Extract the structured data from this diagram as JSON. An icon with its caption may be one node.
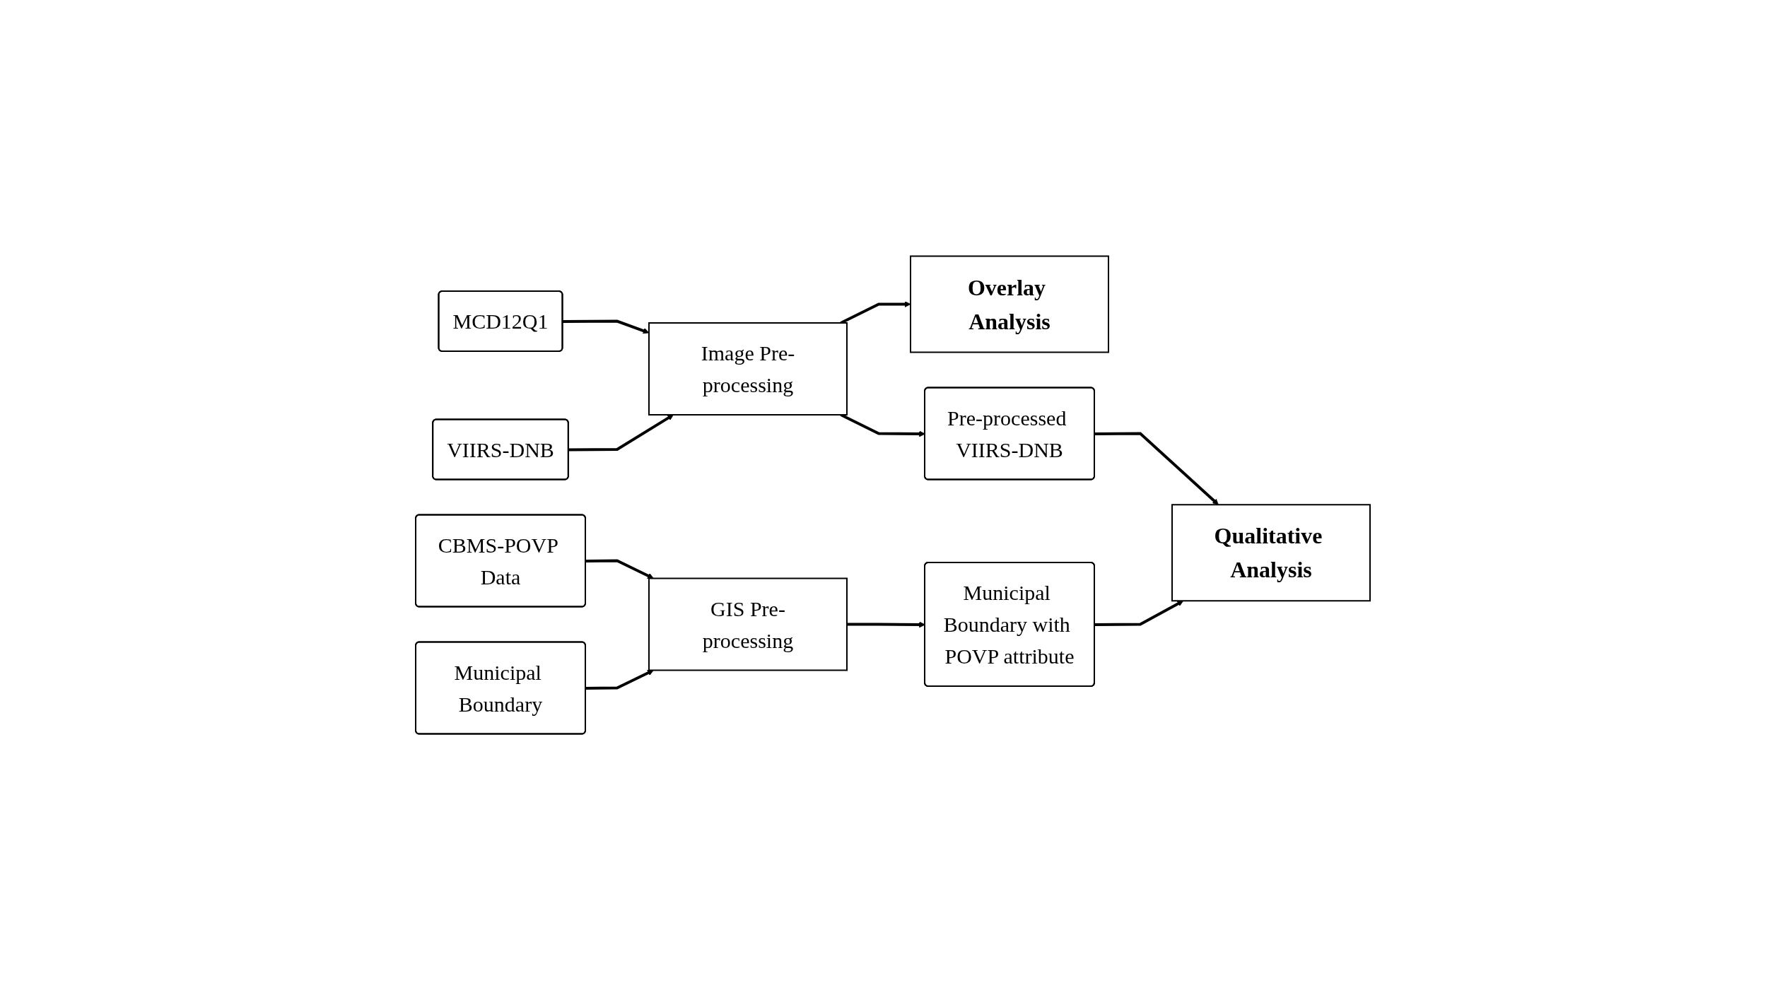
{
  "diagram": {
    "nodes": [
      {
        "text": [
          "MCD12Q1"
        ]
      },
      {
        "text": [
          "VIIRS-DNB"
        ]
      },
      {
        "text": [
          "Image Pre-processing"
        ]
      },
      {
        "text": [
          "Overlay Analysis"
        ]
      },
      {
        "text": [
          "Pre-processed VIIRS-DNB"
        ]
      },
      {
        "text": [
          "CBMS-POVP Data"
        ]
      },
      {
        "text": [
          "Municipal Boundary"
        ]
      },
      {
        "text": [
          "GIS Pre-processing"
        ]
      },
      {
        "text": [
          "Qualitative Analysis"
        ]
      },
      {
        "text": [
          "Municipal Boundary with POVP attribute"
        ]
      }
    ],
    "edges": [
      {
        "from": 0,
        "to": 2,
        "arrow": "to"
      },
      {
        "from": 1,
        "to": 2,
        "arrow": "to"
      },
      {
        "from": 2,
        "to": 3,
        "arrow": "to"
      },
      {
        "from": 2,
        "to": 4,
        "arrow": "to"
      },
      {
        "from": 4,
        "to": 8,
        "arrow": "to"
      },
      {
        "from": 5,
        "to": 7,
        "arrow": "to"
      },
      {
        "from": 6,
        "to": 7,
        "arrow": "to"
      },
      {
        "from": 7,
        "to": 9,
        "arrow": "to"
      },
      {
        "from": 9,
        "to": 8,
        "arrow": "to"
      }
    ]
  }
}
